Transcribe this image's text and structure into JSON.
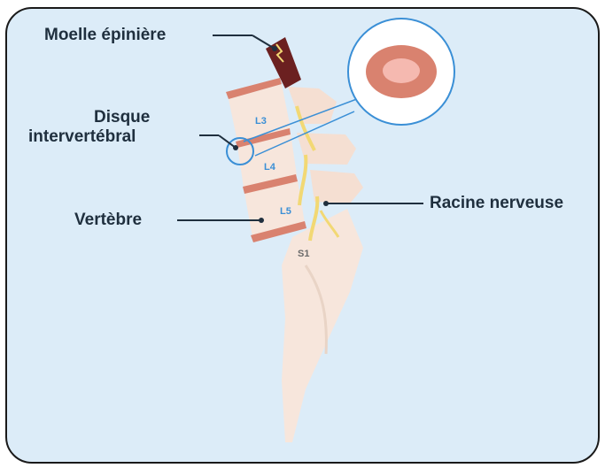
{
  "labels": {
    "spinal_cord": "Moelle épinière",
    "disc_line1": "Disque",
    "disc_line2": "intervertébral",
    "vertebra": "Vertèbre",
    "nerve_root": "Racine nerveuse"
  },
  "levels": {
    "l3": "L3",
    "l4": "L4",
    "l5": "L5",
    "s1": "S1"
  },
  "colors": {
    "background": "#dcecf8",
    "bone": "#f7e6dc",
    "disc": "#d9826f",
    "cord": "#6b2020",
    "nerve": "#f2d874",
    "callout": "#3a8fd6",
    "level_text": "#3a8fd6"
  }
}
